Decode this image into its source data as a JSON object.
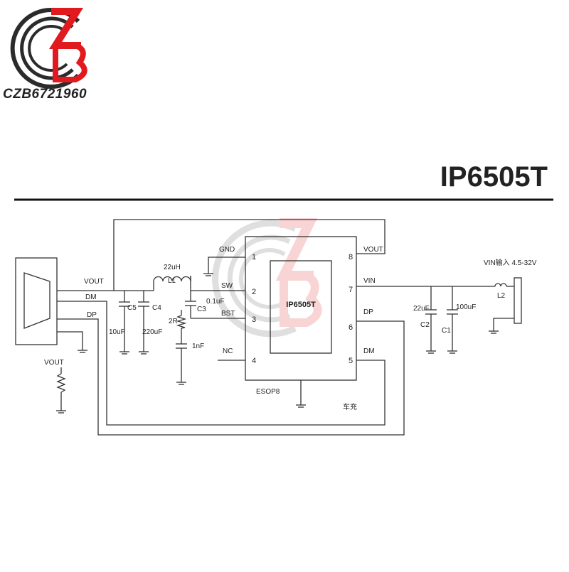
{
  "brand": {
    "text": "CZB6721960",
    "colors": {
      "dark": "#2b2b2b",
      "accent": "#e01a1f"
    }
  },
  "title": "IP6505T",
  "chip": {
    "name": "IP6505T",
    "package": "ESOP8",
    "pins": [
      {
        "num": "1",
        "name": "GND"
      },
      {
        "num": "2",
        "name": "SW"
      },
      {
        "num": "3",
        "name": "BST"
      },
      {
        "num": "4",
        "name": "NC"
      },
      {
        "num": "5",
        "name": "DM"
      },
      {
        "num": "6",
        "name": "DP"
      },
      {
        "num": "7",
        "name": "VIN"
      },
      {
        "num": "8",
        "name": "VOUT"
      }
    ]
  },
  "usb": {
    "vout": "VOUT",
    "dm": "DM",
    "dp": "DP"
  },
  "inductor_l1": {
    "value": "22uH",
    "ref": "L1"
  },
  "cap_c5": {
    "ref": "C5",
    "value": "10uF"
  },
  "cap_c4": {
    "ref": "C4",
    "value": "220uF"
  },
  "cap_c3": {
    "ref": "C3",
    "value": "0.1uF"
  },
  "res_2r": {
    "ref": "2R"
  },
  "cap_1nf": {
    "value": "1nF"
  },
  "pullup": {
    "label": "VOUT"
  },
  "cap_c2": {
    "ref": "C2",
    "value": "22uF"
  },
  "cap_c1": {
    "ref": "C1",
    "value": "100uF"
  },
  "inductor_l2": {
    "ref": "L2"
  },
  "vin_label": "VIN输入 4.5-32V",
  "note": "车充"
}
